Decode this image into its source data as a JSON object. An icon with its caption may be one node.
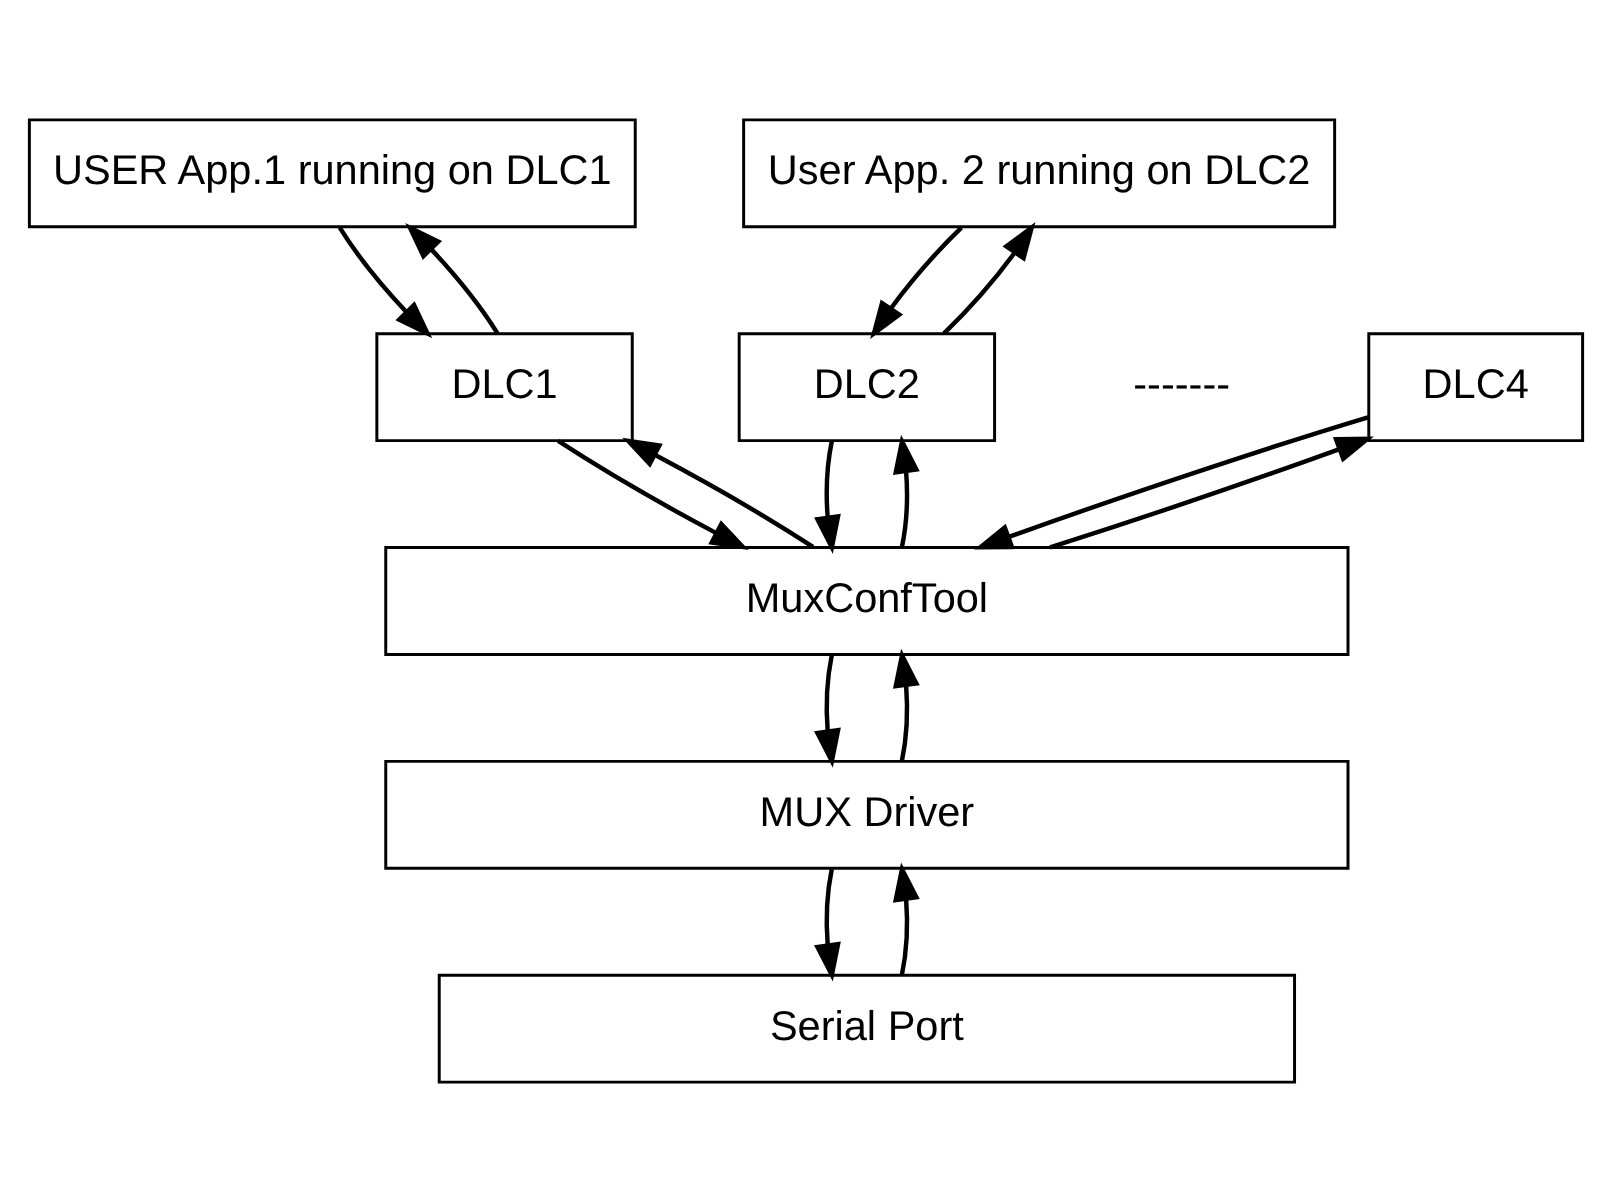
{
  "diagram": {
    "nodes": [
      {
        "text": [
          "USER App.1 running on DLC1"
        ]
      },
      {
        "text": [
          "User App. 2 running on DLC2"
        ]
      },
      {
        "text": [
          "DLC1"
        ]
      },
      {
        "text": [
          "DLC2"
        ]
      },
      {
        "text": [
          "DLC4"
        ]
      },
      {
        "text": [
          "MuxConfTool"
        ]
      },
      {
        "text": [
          "MUX Driver"
        ]
      },
      {
        "text": [
          "Serial Port"
        ]
      }
    ],
    "edges": [
      {
        "from": 2,
        "to": 0,
        "arrow": "to"
      },
      {
        "from": 0,
        "to": 2,
        "arrow": "to"
      },
      {
        "from": 3,
        "to": 1,
        "arrow": "to"
      },
      {
        "from": 1,
        "to": 3,
        "arrow": "to"
      },
      {
        "from": 2,
        "to": 5,
        "arrow": "to"
      },
      {
        "from": 5,
        "to": 2,
        "arrow": "to"
      },
      {
        "from": 5,
        "to": 3,
        "arrow": "to"
      },
      {
        "from": 3,
        "to": 5,
        "arrow": "to"
      },
      {
        "from": 5,
        "to": 4,
        "arrow": "to"
      },
      {
        "from": 4,
        "to": 5,
        "arrow": "to"
      },
      {
        "from": 5,
        "to": 6,
        "arrow": "to"
      },
      {
        "from": 6,
        "to": 5,
        "arrow": "to"
      },
      {
        "from": 6,
        "to": 7,
        "arrow": "to"
      },
      {
        "from": 7,
        "to": 6,
        "arrow": "to"
      }
    ],
    "labels": [
      "-------"
    ]
  }
}
